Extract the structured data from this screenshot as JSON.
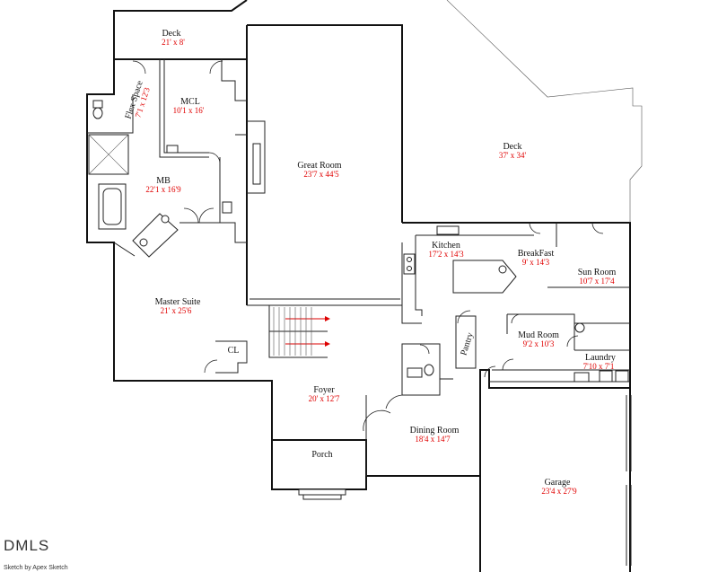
{
  "rooms": {
    "deck_small": {
      "name": "Deck",
      "dims": "21' x 8'"
    },
    "flex_space": {
      "name": "Flex Space",
      "dims": "7'1 x 12'3"
    },
    "mcl": {
      "name": "MCL",
      "dims": "10'1 x 16'"
    },
    "mb": {
      "name": "MB",
      "dims": "22'1 x 16'9"
    },
    "great_room": {
      "name": "Great Room",
      "dims": "23'7 x 44'5"
    },
    "deck_large": {
      "name": "Deck",
      "dims": "37' x 34'"
    },
    "kitchen": {
      "name": "Kitchen",
      "dims": "17'2 x 14'3"
    },
    "breakfast": {
      "name": "BreakFast",
      "dims": "9' x 14'3"
    },
    "sun_room": {
      "name": "Sun Room",
      "dims": "10'7 x 17'4"
    },
    "master_suite": {
      "name": "Master Suite",
      "dims": "21' x 25'6"
    },
    "cl": {
      "name": "CL"
    },
    "pantry": {
      "name": "Pantry"
    },
    "mud_room": {
      "name": "Mud Room",
      "dims": "9'2 x 10'3"
    },
    "laundry": {
      "name": "Laundry",
      "dims": "7'10 x 7'1"
    },
    "foyer": {
      "name": "Foyer",
      "dims": "20' x 12'7"
    },
    "dining_room": {
      "name": "Dining Room",
      "dims": "18'4 x 14'7"
    },
    "porch": {
      "name": "Porch"
    },
    "garage": {
      "name": "Garage",
      "dims": "23'4 x 27'9"
    }
  },
  "branding": {
    "logo": "DMLS",
    "credit": "Sketch by Apex Sketch"
  }
}
